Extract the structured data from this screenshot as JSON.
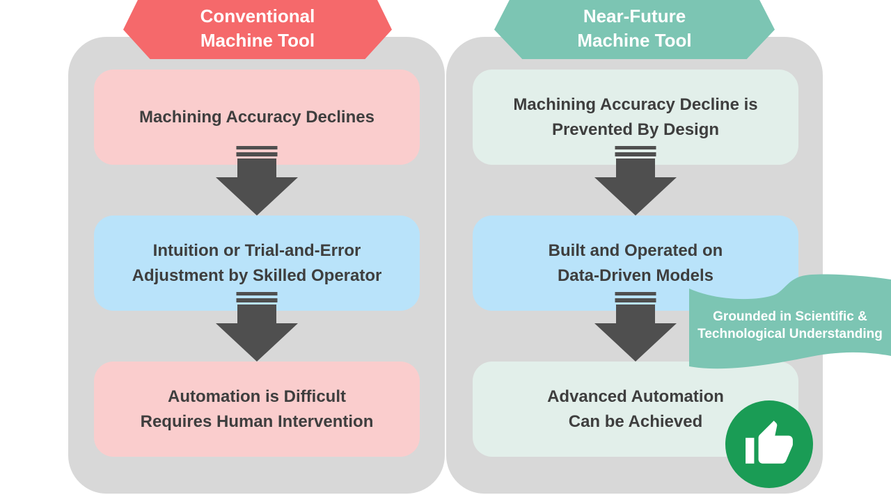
{
  "title": "Conventional vs Near-Future Machine Tool comparison diagram",
  "colors": {
    "conventional_header": "#f5696b",
    "near_future_header": "#7cc5b3",
    "ribbon": "#7cc5b3",
    "column_background": "#d8d8d8",
    "box_pink": "#facdcd",
    "box_blue": "#b9e3fa",
    "box_mint": "#e2efea",
    "arrow": "#4f4f4f",
    "box_text": "#3e3e3e",
    "badge_green": "#1a9c55"
  },
  "left": {
    "header": {
      "line1": "Conventional",
      "line2": "Machine Tool"
    },
    "box1": {
      "line1": "Machining Accuracy Declines"
    },
    "box2": {
      "line1": "Intuition or Trial-and-Error",
      "line2": "Adjustment by Skilled Operator"
    },
    "box3": {
      "line1": "Automation is Difficult",
      "line2": "Requires Human Intervention"
    }
  },
  "right": {
    "header": {
      "line1": "Near-Future",
      "line2": "Machine Tool"
    },
    "box1": {
      "line1": "Machining Accuracy Decline is",
      "line2": "Prevented By Design"
    },
    "box2": {
      "line1": "Built and Operated on",
      "line2": "Data-Driven Models"
    },
    "box3": {
      "line1": "Advanced Automation",
      "line2": "Can be Achieved"
    }
  },
  "ribbon": {
    "line1": "Grounded in Scientific &",
    "line2": "Technological Understanding"
  },
  "badge": {
    "icon": "thumbs-up"
  }
}
